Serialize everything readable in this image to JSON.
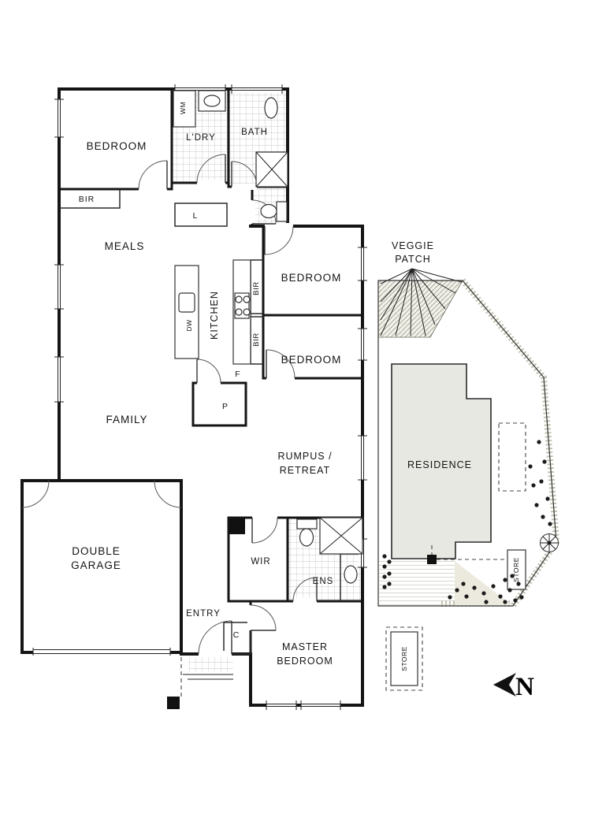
{
  "floorplan": {
    "rooms": {
      "bedroom1": "BEDROOM",
      "bir1": "BIR",
      "wm": "WM",
      "laundry": "L'DRY",
      "bath": "BATH",
      "linen": "L",
      "meals": "MEALS",
      "kitchen": "KITCHEN",
      "dishwasher": "DW",
      "bir2": "BIR",
      "bir3": "BIR",
      "bedroom2": "BEDROOM",
      "bedroom3": "BEDROOM",
      "fridge": "F",
      "pantry": "P",
      "family": "FAMILY",
      "rumpus_line1": "RUMPUS /",
      "rumpus_line2": "RETREAT",
      "garage_line1": "DOUBLE",
      "garage_line2": "GARAGE",
      "wir": "WIR",
      "ens": "ENS",
      "entry": "ENTRY",
      "closet": "C",
      "master_line1": "MASTER",
      "master_line2": "BEDROOM"
    },
    "site": {
      "veggie_line1": "VEGGIE",
      "veggie_line2": "PATCH",
      "residence": "RESIDENCE",
      "store_upper": "STORE",
      "store_lower": "STORE",
      "north": "N"
    },
    "colors": {
      "wall": "#151515",
      "residence_fill": "#e8e8e3",
      "paper": "#ffffff"
    }
  }
}
